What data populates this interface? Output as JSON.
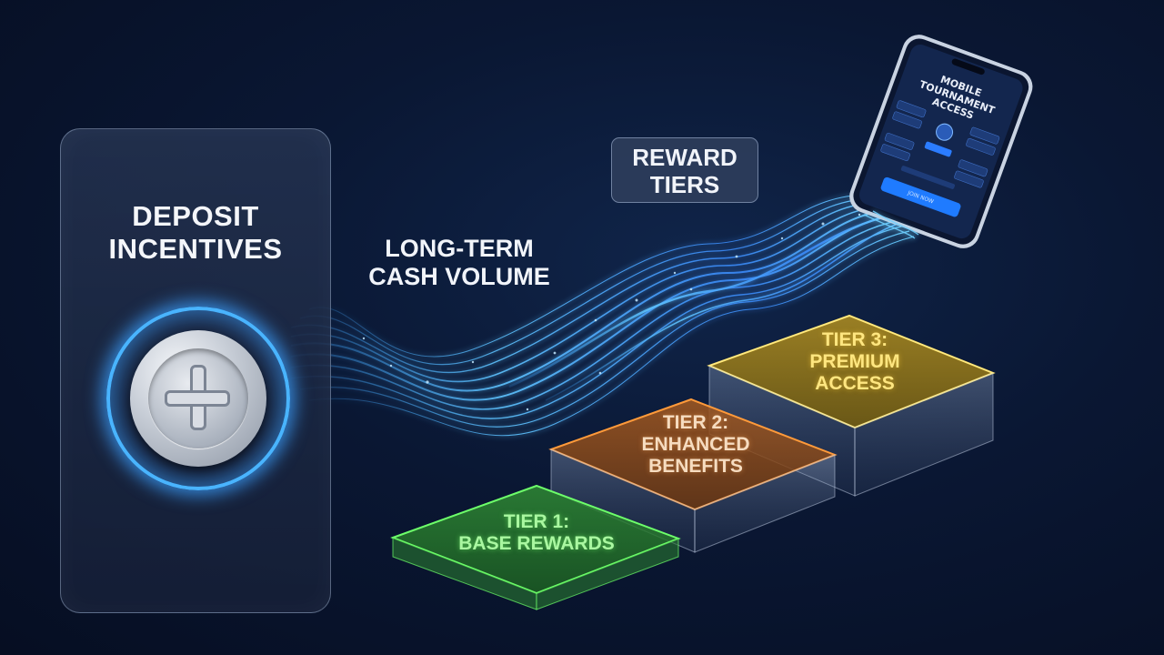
{
  "deposit": {
    "title_line1": "DEPOSIT",
    "title_line2": "INCENTIVES",
    "icon": "plus-coin-icon"
  },
  "flow": {
    "label_line1": "LONG-TERM",
    "label_line2": "CASH VOLUME"
  },
  "reward_tiers": {
    "label_line1": "REWARD",
    "label_line2": "TIERS"
  },
  "tiers": [
    {
      "line1": "TIER 1:",
      "line2": "BASE REWARDS",
      "color": "#5fe05a"
    },
    {
      "line1": "TIER 2:",
      "line2": "ENHANCED",
      "line3": "BENEFITS",
      "color": "#f08a2a"
    },
    {
      "line1": "TIER 3:",
      "line2": "PREMIUM",
      "line3": "ACCESS",
      "color": "#f5c531"
    }
  ],
  "phone": {
    "screen_title_line1": "MOBILE",
    "screen_title_line2": "TOURNAMENT",
    "screen_title_line3": "ACCESS",
    "button_label": "JOIN NOW",
    "accent": "#1f7bff"
  }
}
